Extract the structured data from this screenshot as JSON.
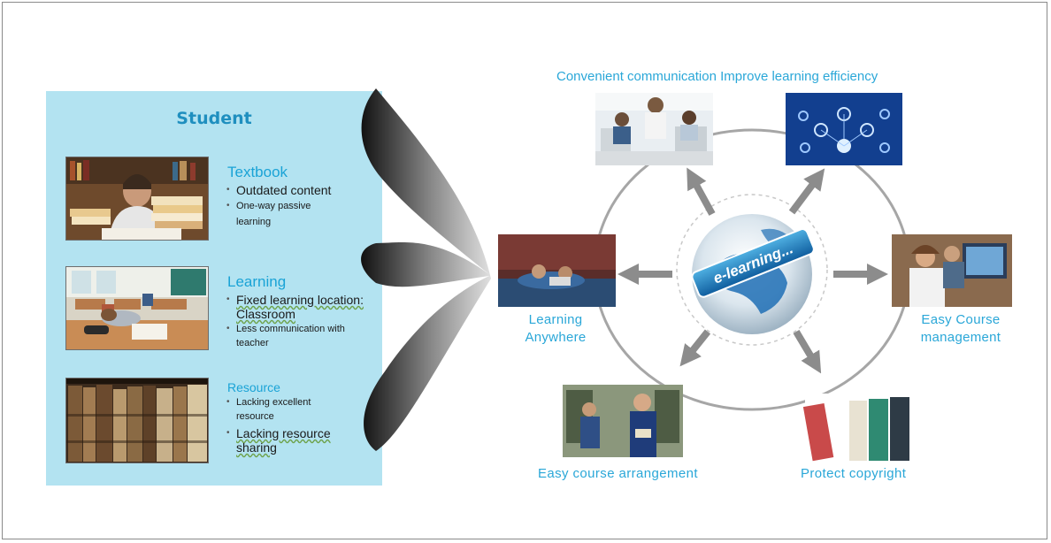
{
  "student": {
    "title": "Student",
    "sections": [
      {
        "title": "Textbook",
        "bullets": [
          "Outdated content",
          "One-way  passive learning"
        ]
      },
      {
        "title": "Learning",
        "bullets": [
          "Fixed learning location: Classroom",
          "Less communication with teacher"
        ]
      },
      {
        "title": "Resource",
        "bullets": [
          "Lacking excellent resource",
          "Lacking resource sharing"
        ]
      }
    ]
  },
  "diagram": {
    "header": "Convenient communication Improve learning efficiency",
    "center_label": "e-learning...",
    "labels": {
      "learning_anywhere": [
        "Learning",
        "Anywhere"
      ],
      "course_management": [
        "Easy  Course",
        "management"
      ],
      "course_arrangement": "Easy  course  arrangement",
      "protect_copyright": "Protect  copyright"
    }
  },
  "colors": {
    "accent": "#2aa7d8",
    "panel": "#b3e3f1",
    "ring": "#a6a6a6",
    "arrow": "#8c8c8c"
  },
  "icons": [
    "funnel-arrow",
    "globe-icon",
    "arrow-icon",
    "network-icon"
  ]
}
